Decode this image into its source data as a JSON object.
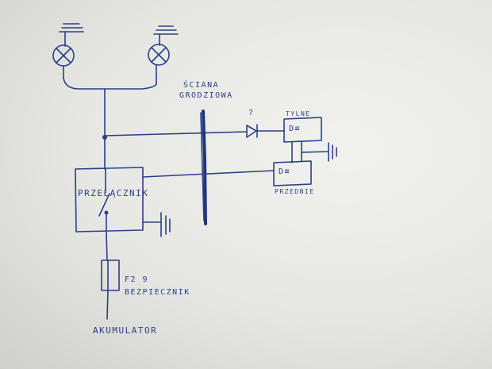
{
  "labels": {
    "wall_line1": "ŚCIANA",
    "wall_line2": "GRODZIOWA",
    "question": "?",
    "rear": "TYLNE",
    "front": "PRZEDNIE",
    "switch": "PRZEŁĄCZNIK",
    "fuse_rating": "F2 9",
    "fuse": "BEZPIECZNIK",
    "battery": "AKUMULATOR",
    "lamp_symbol": "D≡"
  },
  "colors": {
    "ink": "#2b3f86",
    "paper": "#ebebe8"
  }
}
